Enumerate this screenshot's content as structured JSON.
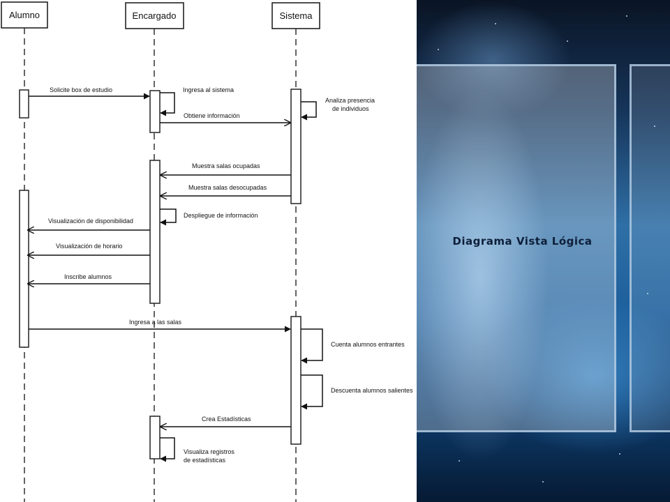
{
  "diagram": {
    "actors": [
      {
        "id": "alumno",
        "label": "Alumno"
      },
      {
        "id": "encargado",
        "label": "Encargado"
      },
      {
        "id": "sistema",
        "label": "Sistema"
      }
    ],
    "messages": [
      {
        "label": "Solicite box de estudio"
      },
      {
        "label": "Ingresa al sistema"
      },
      {
        "label": "Obtiene información"
      },
      {
        "label": "Analiza presencia"
      },
      {
        "label": "de individuos"
      },
      {
        "label": "Muestra salas ocupadas"
      },
      {
        "label": "Muestra salas desocupadas"
      },
      {
        "label": "Despliegue de información"
      },
      {
        "label": "Visualización de disponibilidad"
      },
      {
        "label": "Visualización de horario"
      },
      {
        "label": "Inscribe alumnos"
      },
      {
        "label": "Ingresa a las salas"
      },
      {
        "label": "Cuenta alumnos entrantes"
      },
      {
        "label": "Descuenta alumnos salientes"
      },
      {
        "label": "Crea Estadísticas"
      },
      {
        "label": "Visualiza registros"
      },
      {
        "label": "de estadísticas"
      }
    ]
  },
  "slide": {
    "title": "Diagrama Vista Lógica"
  }
}
